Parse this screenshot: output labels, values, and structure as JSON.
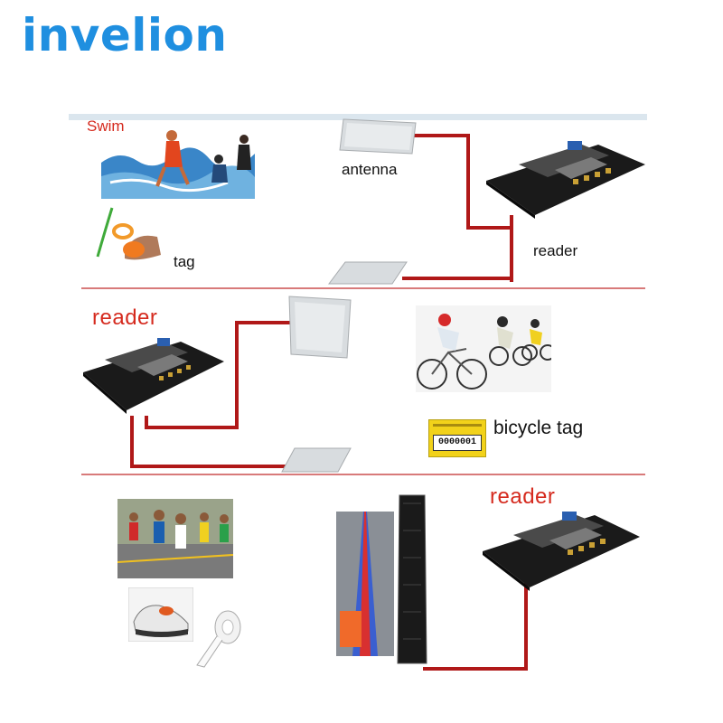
{
  "brand": "invelion",
  "section1": {
    "title": "Swim",
    "antenna_label": "antenna",
    "tag_label": "tag",
    "reader_label": "reader"
  },
  "section2": {
    "reader_label": "reader",
    "bicycle_tag_label": "bicycle tag",
    "tag_number": "0000001"
  },
  "section3": {
    "reader_label": "reader"
  },
  "colors": {
    "brand": "#1f8fe0",
    "cable": "#b01818",
    "label_red": "#d52a1e",
    "tag_yellow": "#f2d21a"
  }
}
